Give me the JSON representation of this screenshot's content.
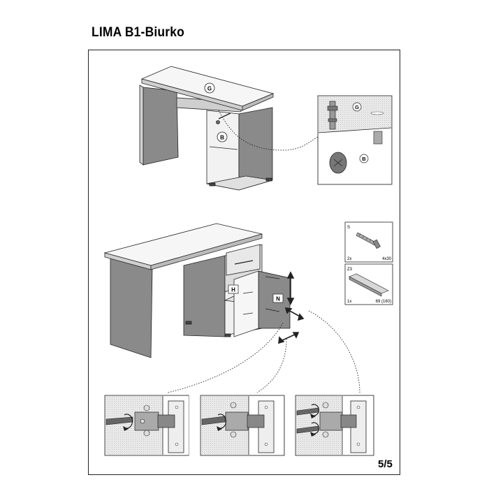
{
  "header": {
    "title": "LIMA  B1-Biurko"
  },
  "footer": {
    "page_number": "5/5"
  },
  "step1": {
    "labels": {
      "top_panel": "G",
      "side_panel": "B"
    },
    "detail": {
      "top_label": "G",
      "bottom_label": "B"
    }
  },
  "step2": {
    "labels": {
      "door_panel": "H",
      "height_marker": "N"
    }
  },
  "parts": [
    {
      "code": "S",
      "qty": "2x",
      "size": "4x30",
      "icon": "screw-icon"
    },
    {
      "code": "Z3",
      "qty": "1x",
      "size": "69 (160)",
      "icon": "handle-icon"
    }
  ],
  "hinge_details": [
    {
      "name": "hinge-detail-1"
    },
    {
      "name": "hinge-detail-2"
    },
    {
      "name": "hinge-detail-3"
    }
  ]
}
